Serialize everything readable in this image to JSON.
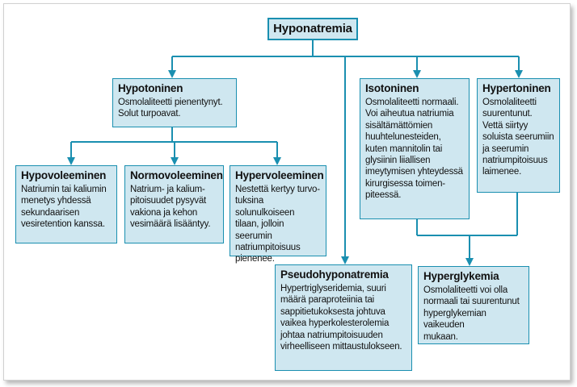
{
  "colors": {
    "box_fill": "#cfe7f0",
    "box_border": "#1a8fb0",
    "connector": "#1a8fb0"
  },
  "nodes": {
    "root": {
      "title": "Hyponatremia"
    },
    "hypotoninen": {
      "title": "Hypotoninen",
      "text": "Osmolaliteetti pienentynyt.\nSolut turpoavat."
    },
    "isotoninen": {
      "title": "Isotoninen",
      "text": "Osmolaliteetti normaali.\nVoi aiheutua natriumia\nsisältämättömien\nhuuhtelunesteiden,\nkuten mannitolin tai\nglysiinin liiallisen\nimeytymisen yhteydessä\nkirurgisessa toimen-\npiteessä."
    },
    "hypertoninen": {
      "title": "Hypertoninen",
      "text": "Osmolaliteetti\nsuurentunut.\nVettä siirtyy\nsoluista seerumiin\n ja seerumin\nnatriumpitoisuus\nlaimenee."
    },
    "hypovoleeminen": {
      "title": "Hypovoleeminen",
      "text": "Natriumin tai kaliumin\nmenetys yhdessä\nsekundaarisen\nvesiretention kanssa."
    },
    "normovoleeminen": {
      "title": "Normovoleeminen",
      "text": "Natrium- ja kalium-\npitoisuudet pysyvät\nvakiona ja kehon\nvesimäärä lisääntyy."
    },
    "hypervoleeminen": {
      "title": "Hypervoleeminen",
      "text": "Nestettä kertyy turvo-\ntuksina solunulkoiseen\ntilaan, jolloin seerumin\nnatriumpitoisuus\npienenee."
    },
    "pseudohyponatremia": {
      "title": "Pseudohyponatremia",
      "text": "Hypertriglyseridemia, suuri\nmäärä paraproteiinia tai\nsappitietukoksesta johtuva\nvaikea hyperkolesterolemia\njohtaa natriumpitoisuuden\nvirheelliseen mittaustulokseen."
    },
    "hyperglykemia": {
      "title": "Hyperglykemia",
      "text": "Osmolaliteetti voi olla\nnormaali tai suurentunut\nhyperglykemian vaikeuden\nmukaan."
    }
  }
}
